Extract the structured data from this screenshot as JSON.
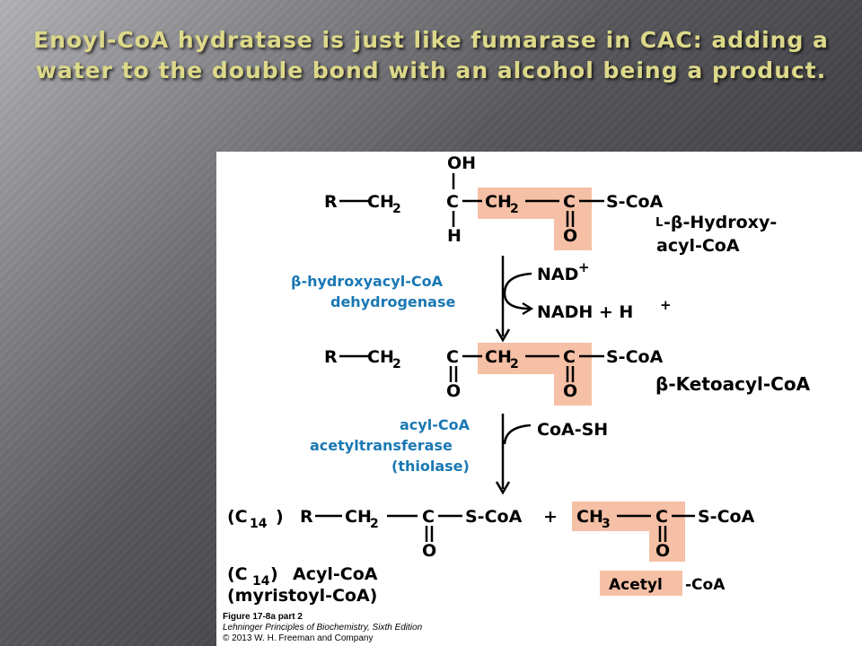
{
  "slide": {
    "title_line1": "Enoyl-CoA hydratase  is just like fumarase in CAC:  adding a",
    "title_line2": "water to the double bond with an alcohol being a product."
  },
  "diagram": {
    "row1": {
      "oh": "OH",
      "r": "R",
      "ch2": "CH",
      "sub2": "2",
      "c_alpha": "C",
      "ch2_highlight": "CH",
      "c_carbonyl": "C",
      "scoa": "S-CoA",
      "h": "H",
      "o": "O",
      "name_prefix": "L",
      "name_line1": "-β-Hydroxy-",
      "name_line2": "acyl-CoA"
    },
    "step1": {
      "enzyme_line1": "β-hydroxyacyl-CoA",
      "enzyme_line2": "dehydrogenase",
      "nad": "NAD",
      "nadh": "NADH   +  H",
      "plus": "+"
    },
    "row2": {
      "r": "R",
      "ch2": "CH",
      "sub2": "2",
      "c_keto": "C",
      "ch2_highlight": "CH",
      "c_carbonyl": "C",
      "scoa": "S-CoA",
      "o1": "O",
      "o2": "O",
      "name": "β-Ketoacyl-CoA"
    },
    "step2": {
      "enzyme_line1": "acyl-CoA",
      "enzyme_line2": "acetyltransferase",
      "enzyme_line3": "(thiolase)",
      "cosh": "CoA-SH"
    },
    "row3": {
      "c14_open": "(C",
      "c14_sub": "14",
      "c14_close": ")",
      "r": "R",
      "ch2": "CH",
      "sub2": "2",
      "c": "C",
      "scoa": "S-CoA",
      "plus": "+",
      "ch3": "CH",
      "sub3": "3",
      "c_acetyl": "C",
      "scoa2": "S-CoA",
      "o1": "O",
      "o2": "O",
      "product1_line1": "Acyl-CoA",
      "product1_line2": "(myristoyl-CoA)",
      "acetyl": "Acetyl",
      "acetyl_suffix": "-CoA"
    },
    "colors": {
      "enzyme_text": "#1a78b4",
      "highlight": "#f6c0a6",
      "title_text": "#ddd98a"
    }
  },
  "caption": {
    "line1": "Figure 17-8a part 2",
    "line2": "Lehninger Principles of Biochemistry, Sixth Edition",
    "line3": "© 2013 W. H. Freeman and Company"
  }
}
